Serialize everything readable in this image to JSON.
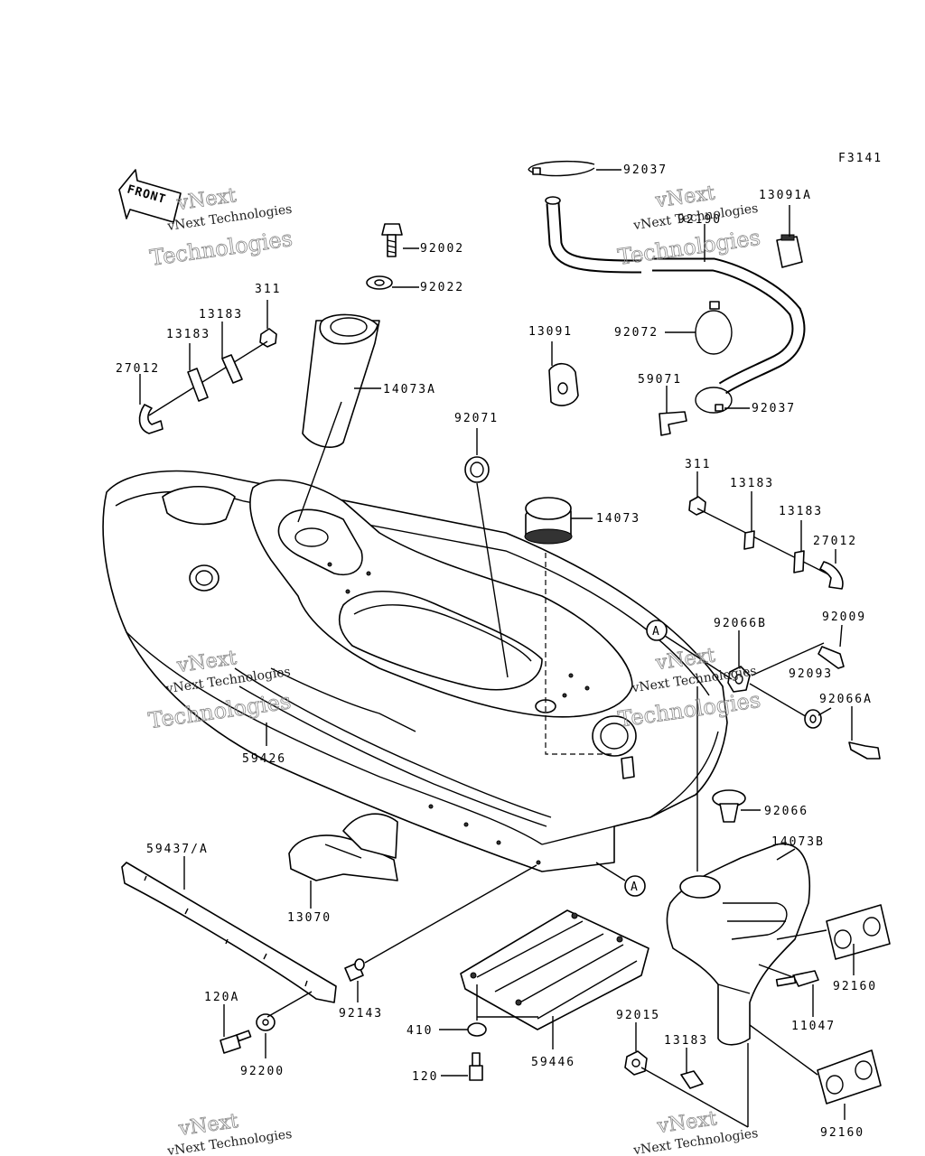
{
  "figure_code": "F3141",
  "front_arrow_label": "FRONT",
  "watermark": {
    "line1": "vNext Technologies",
    "line2": "vNext",
    "line3": "Technologies"
  },
  "ref_markers": {
    "a1": "A",
    "a2": "A"
  },
  "parts": {
    "p92037a": "92037",
    "p92190": "92190",
    "p13091A": "13091A",
    "p92002": "92002",
    "p92022": "92022",
    "p311a": "311",
    "p13183a": "13183",
    "p13183b": "13183",
    "p27012a": "27012",
    "p14073A": "14073A",
    "p13091": "13091",
    "p92072": "92072",
    "p59071": "59071",
    "p92037b": "92037",
    "p92071": "92071",
    "p14073": "14073",
    "p311b": "311",
    "p13183c": "13183",
    "p13183d": "13183",
    "p27012b": "27012",
    "p92066B": "92066B",
    "p92009": "92009",
    "p92093": "92093",
    "p92066A": "92066A",
    "p59426": "59426",
    "p92066": "92066",
    "p14073B": "14073B",
    "p59437A": "59437/A",
    "p13070": "13070",
    "p92160a": "92160",
    "p11047": "11047",
    "p120A": "120A",
    "p92143": "92143",
    "p410": "410",
    "p92015": "92015",
    "p13183e": "13183",
    "p92200": "92200",
    "p59446": "59446",
    "p120": "120",
    "p92160b": "92160"
  }
}
